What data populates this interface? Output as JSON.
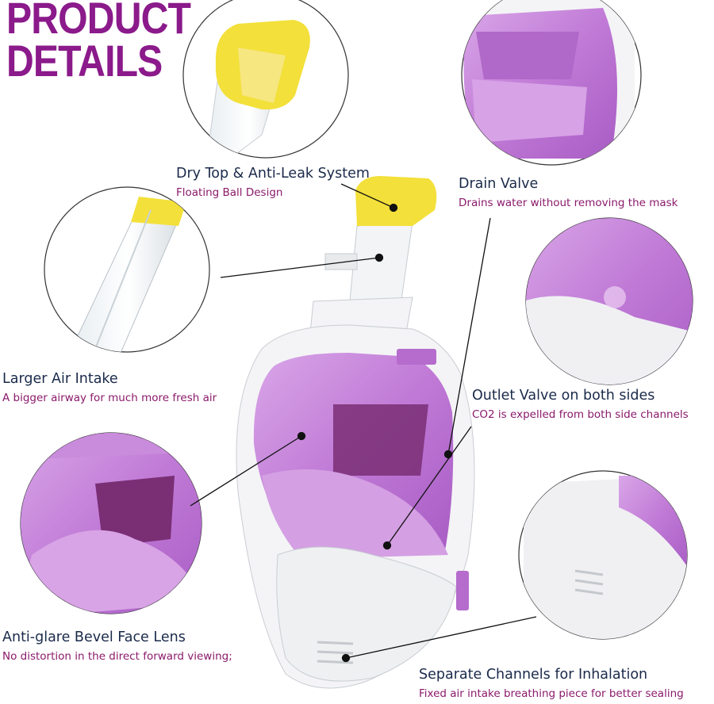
{
  "heading": {
    "line1": "PRODUCT",
    "line2": "DETAILS"
  },
  "colors": {
    "heading": "#8b1a8b",
    "feature_name": "#1a2a4a",
    "feature_desc": "#8b1a6b",
    "lens_purple": "#c07ad6",
    "mask_white": "#f4f4f6",
    "dry_top_yellow": "#f3e03a"
  },
  "features": [
    {
      "name": "Dry Top & Anti-Leak System",
      "desc": "Floating Ball Design"
    },
    {
      "name": "Drain Valve",
      "desc": "Drains water without removing the mask"
    },
    {
      "name": "Larger Air Intake",
      "desc": "A bigger airway for much more fresh air"
    },
    {
      "name": "Outlet Valve on both sides",
      "desc": "CO2 is expelled from both side channels"
    },
    {
      "name": "Anti-glare Bevel Face Lens",
      "desc": "No distortion in the direct forward viewing;"
    },
    {
      "name": "Separate Channels for Inhalation",
      "desc": "Fixed air intake breathing piece for better sealing"
    }
  ]
}
